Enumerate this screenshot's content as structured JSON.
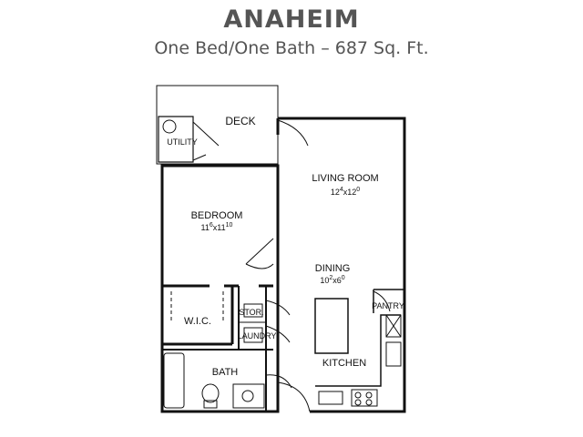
{
  "header": {
    "title": "ANAHEIM",
    "subtitle": "One Bed/One Bath – 687 Sq. Ft."
  },
  "rooms": {
    "deck": "DECK",
    "utility": "UTILITY",
    "living_room": {
      "name": "LIVING ROOM",
      "dim_a": "12",
      "sup_a": "4",
      "dim_b": "12",
      "sup_b": "0"
    },
    "bedroom": {
      "name": "BEDROOM",
      "dim_a": "11",
      "sup_a": "6",
      "dim_b": "11",
      "sup_b": "10"
    },
    "dining": {
      "name": "DINING",
      "dim_a": "10",
      "sup_a": "2",
      "dim_b": "6",
      "sup_b": "0"
    },
    "pantry": "PANTRY",
    "wic": "W.I.C.",
    "storage": "STOR.",
    "laundry": "LAUNDRY",
    "kitchen": "KITCHEN",
    "bath": "BATH"
  },
  "colors": {
    "wall": "#111111",
    "header_text": "#555555"
  }
}
